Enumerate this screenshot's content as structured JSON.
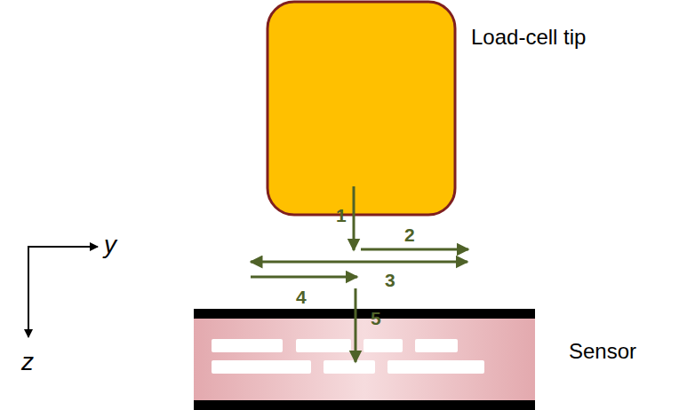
{
  "diagram": {
    "labels": [
      "Load-cell tip",
      "Sensor",
      "1",
      "2",
      "3",
      "4",
      "5",
      "y",
      "z"
    ]
  }
}
